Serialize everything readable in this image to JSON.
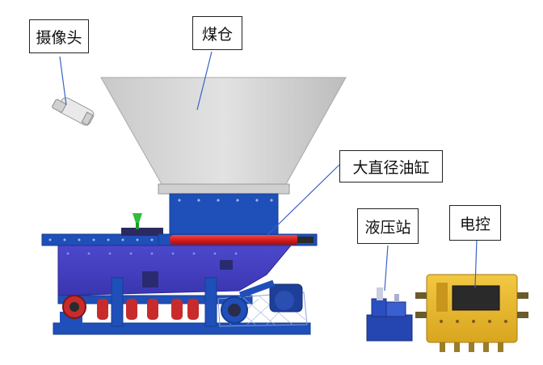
{
  "labels": {
    "camera": "摄像头",
    "coal_bin": "煤仓",
    "large_cylinder": "大直径油缸",
    "hydraulic_station": "液压站",
    "electric_control": "电控"
  },
  "colors": {
    "frame_blue": "#1f4fb8",
    "frame_dark_blue": "#173c91",
    "side_panel_blue": "#4a46c9",
    "cylinder_red": "#d81e1e",
    "hopper_gray": "#d6d6d6",
    "control_yellow": "#e8b82a",
    "indicator_green": "#2bbf3a",
    "callout_line": "#3a63c9"
  }
}
